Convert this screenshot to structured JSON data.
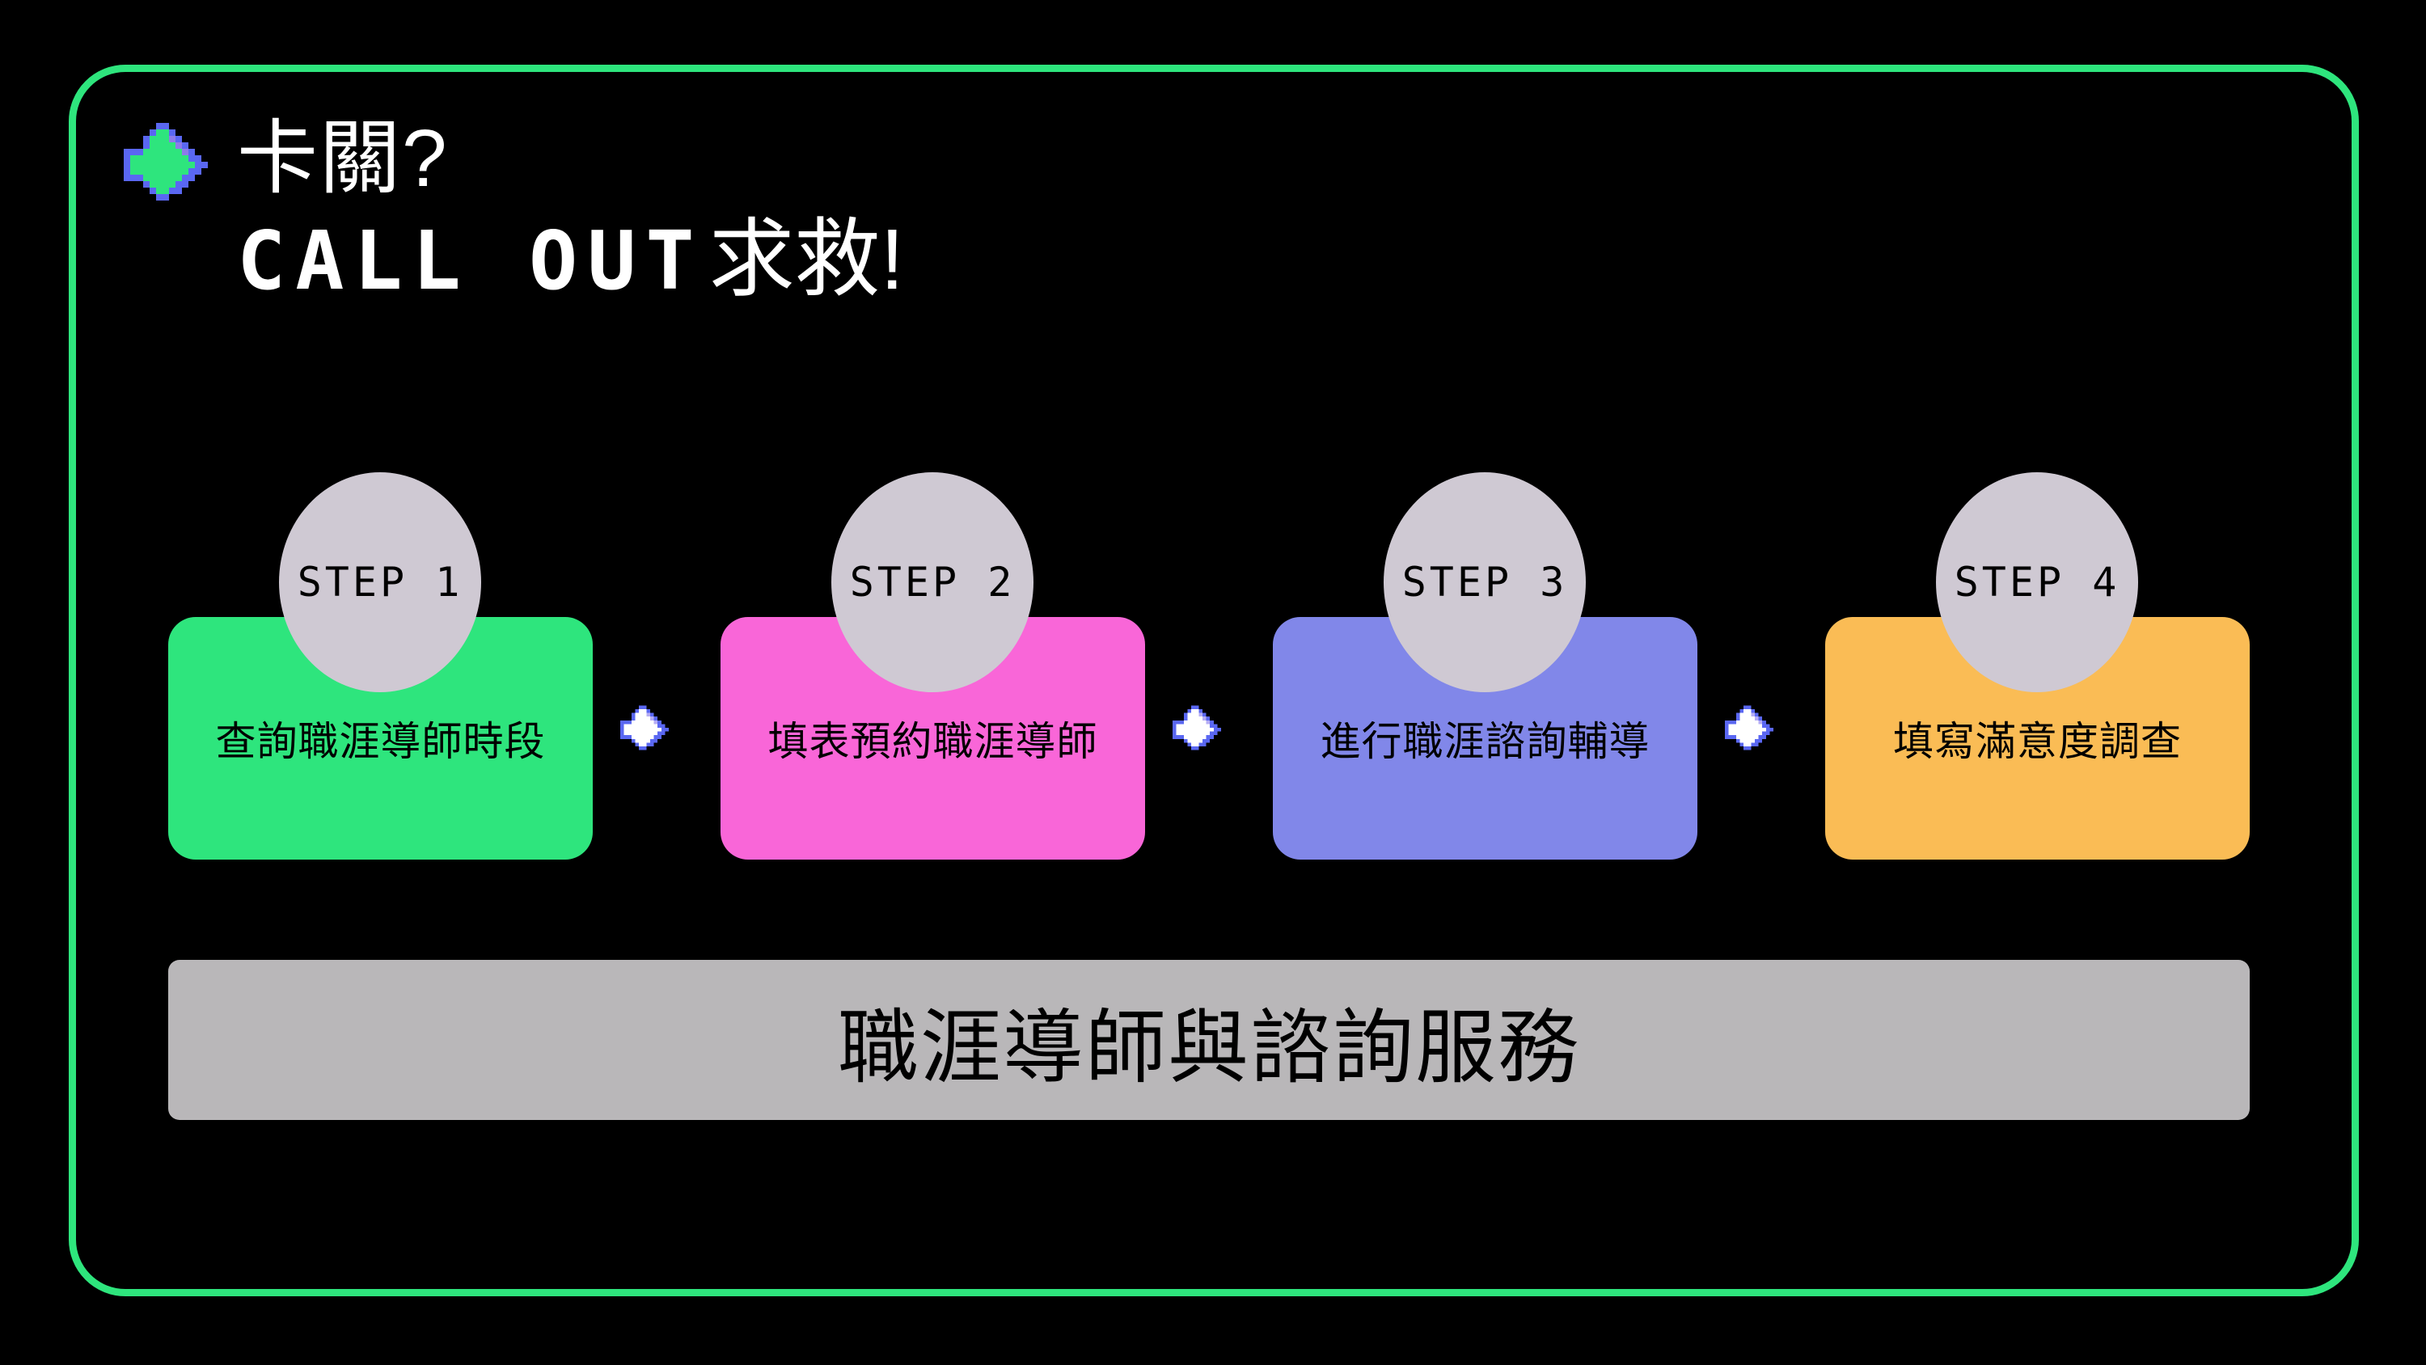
{
  "slide": {
    "colors": {
      "background": "#000000",
      "frame_green": "#2ee57d",
      "title_white": "#ffffff",
      "step1_green": "#2ee57d",
      "step2_pink": "#f966d8",
      "step3_periwinkle": "#8187e9",
      "step4_orange": "#fabc55",
      "circle_gray": "#cfc9d3",
      "bar_gray": "#b9b7b9",
      "pixel_blue": "#5a67f2",
      "pixel_purple": "#8d7ae9",
      "pixel_purple_light": "#b6adf4",
      "text_black": "#000000"
    },
    "title": {
      "line1": "卡關?",
      "line2_latin": "CALL OUT",
      "line2_cjk": "求救!"
    },
    "steps": [
      {
        "label": "STEP 1",
        "text": "查詢職涯導師時段"
      },
      {
        "label": "STEP 2",
        "text": "填表預約職涯導師"
      },
      {
        "label": "STEP 3",
        "text": "進行職涯諮詢輔導"
      },
      {
        "label": "STEP 4",
        "text": "填寫滿意度調查"
      }
    ],
    "footer": {
      "text": "職涯導師與諮詢服務"
    }
  }
}
